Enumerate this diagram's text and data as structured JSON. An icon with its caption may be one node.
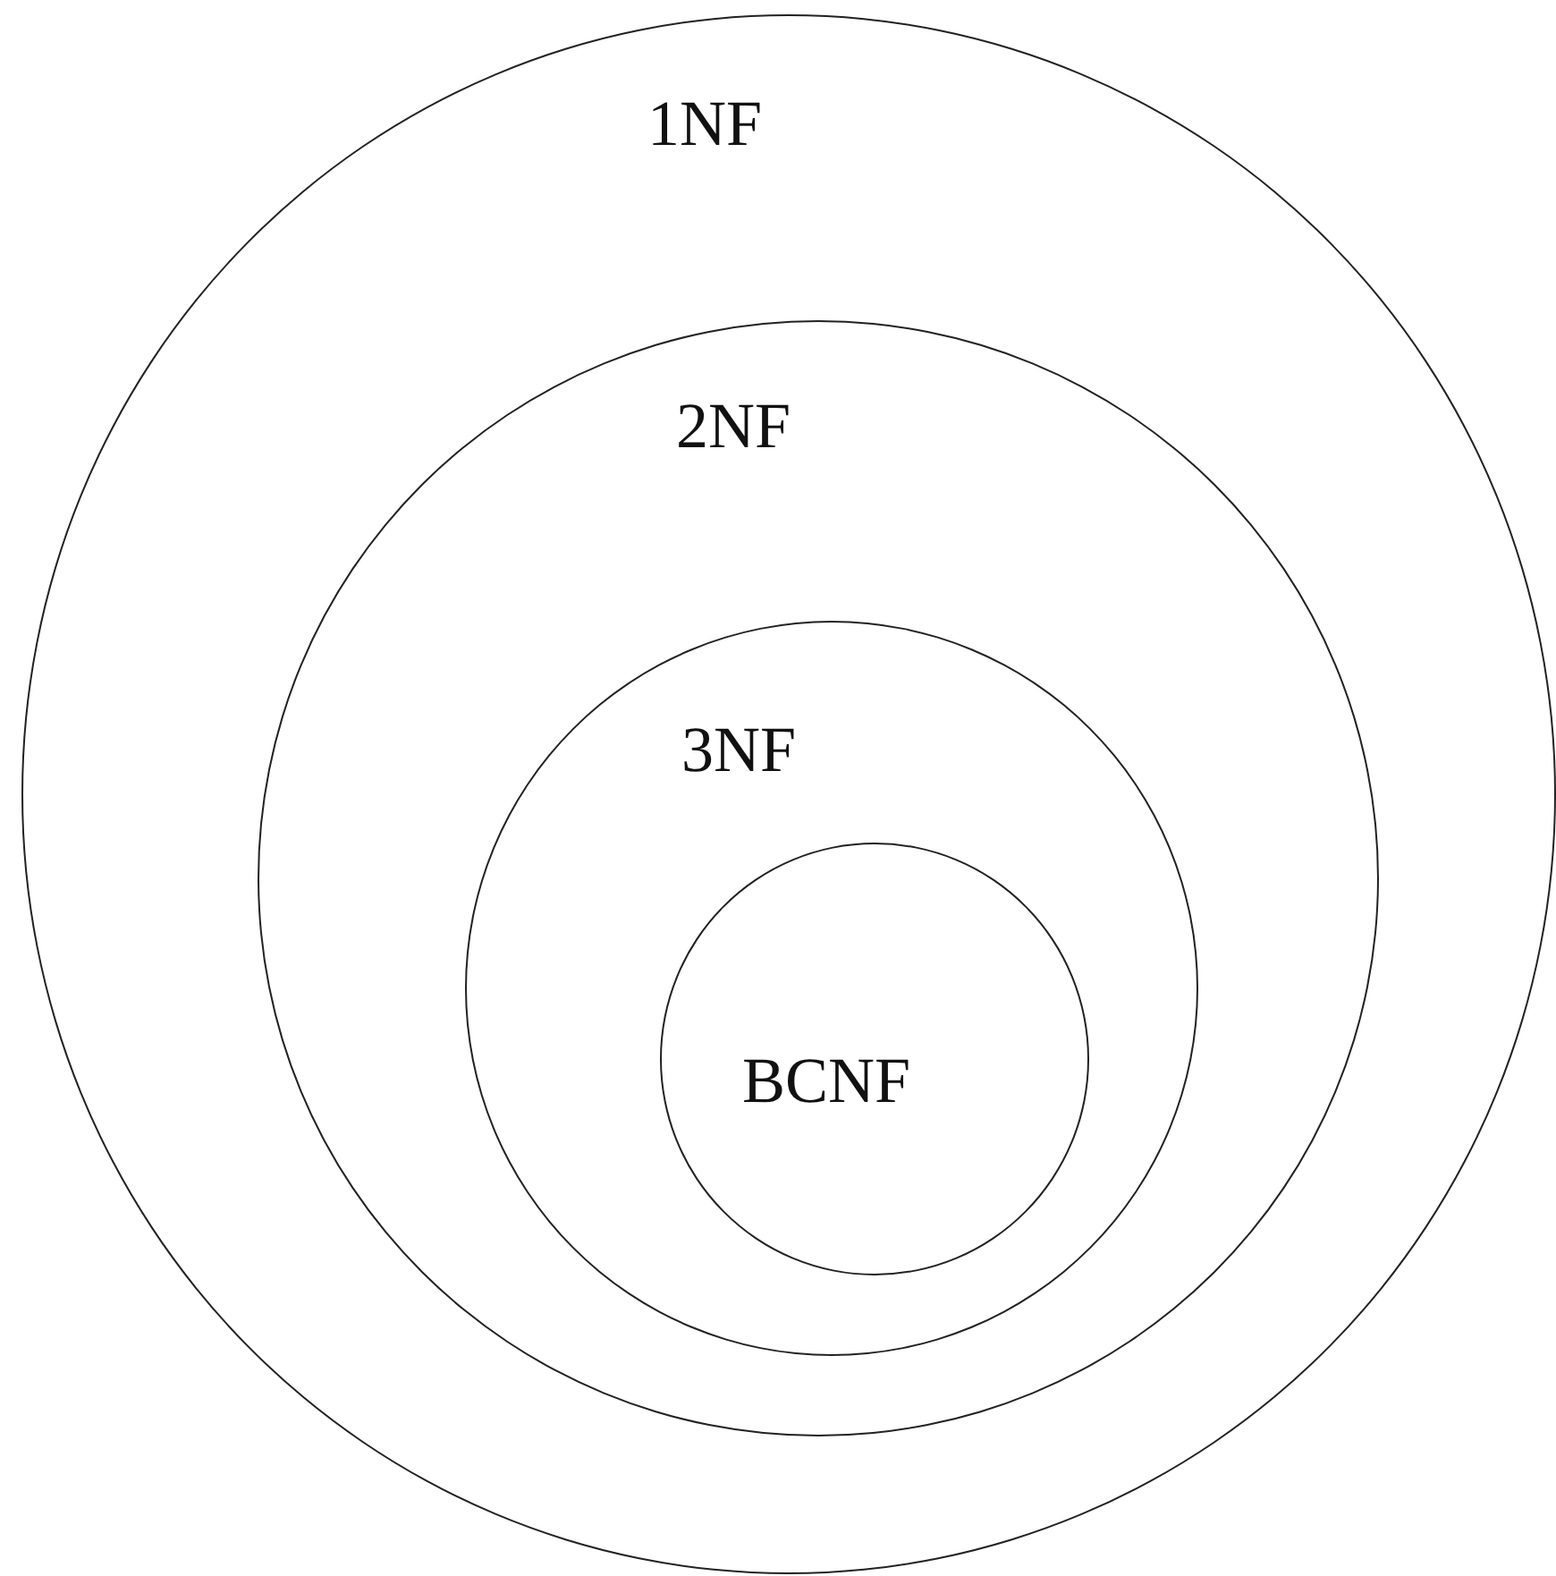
{
  "diagram": {
    "nodes": [
      {
        "text": [
          "1NF"
        ]
      },
      {
        "text": [
          "2NF"
        ],
        "in": 0
      },
      {
        "text": [
          "3NF"
        ],
        "in": 1
      },
      {
        "text": [
          "BCNF"
        ],
        "in": 2
      }
    ]
  }
}
